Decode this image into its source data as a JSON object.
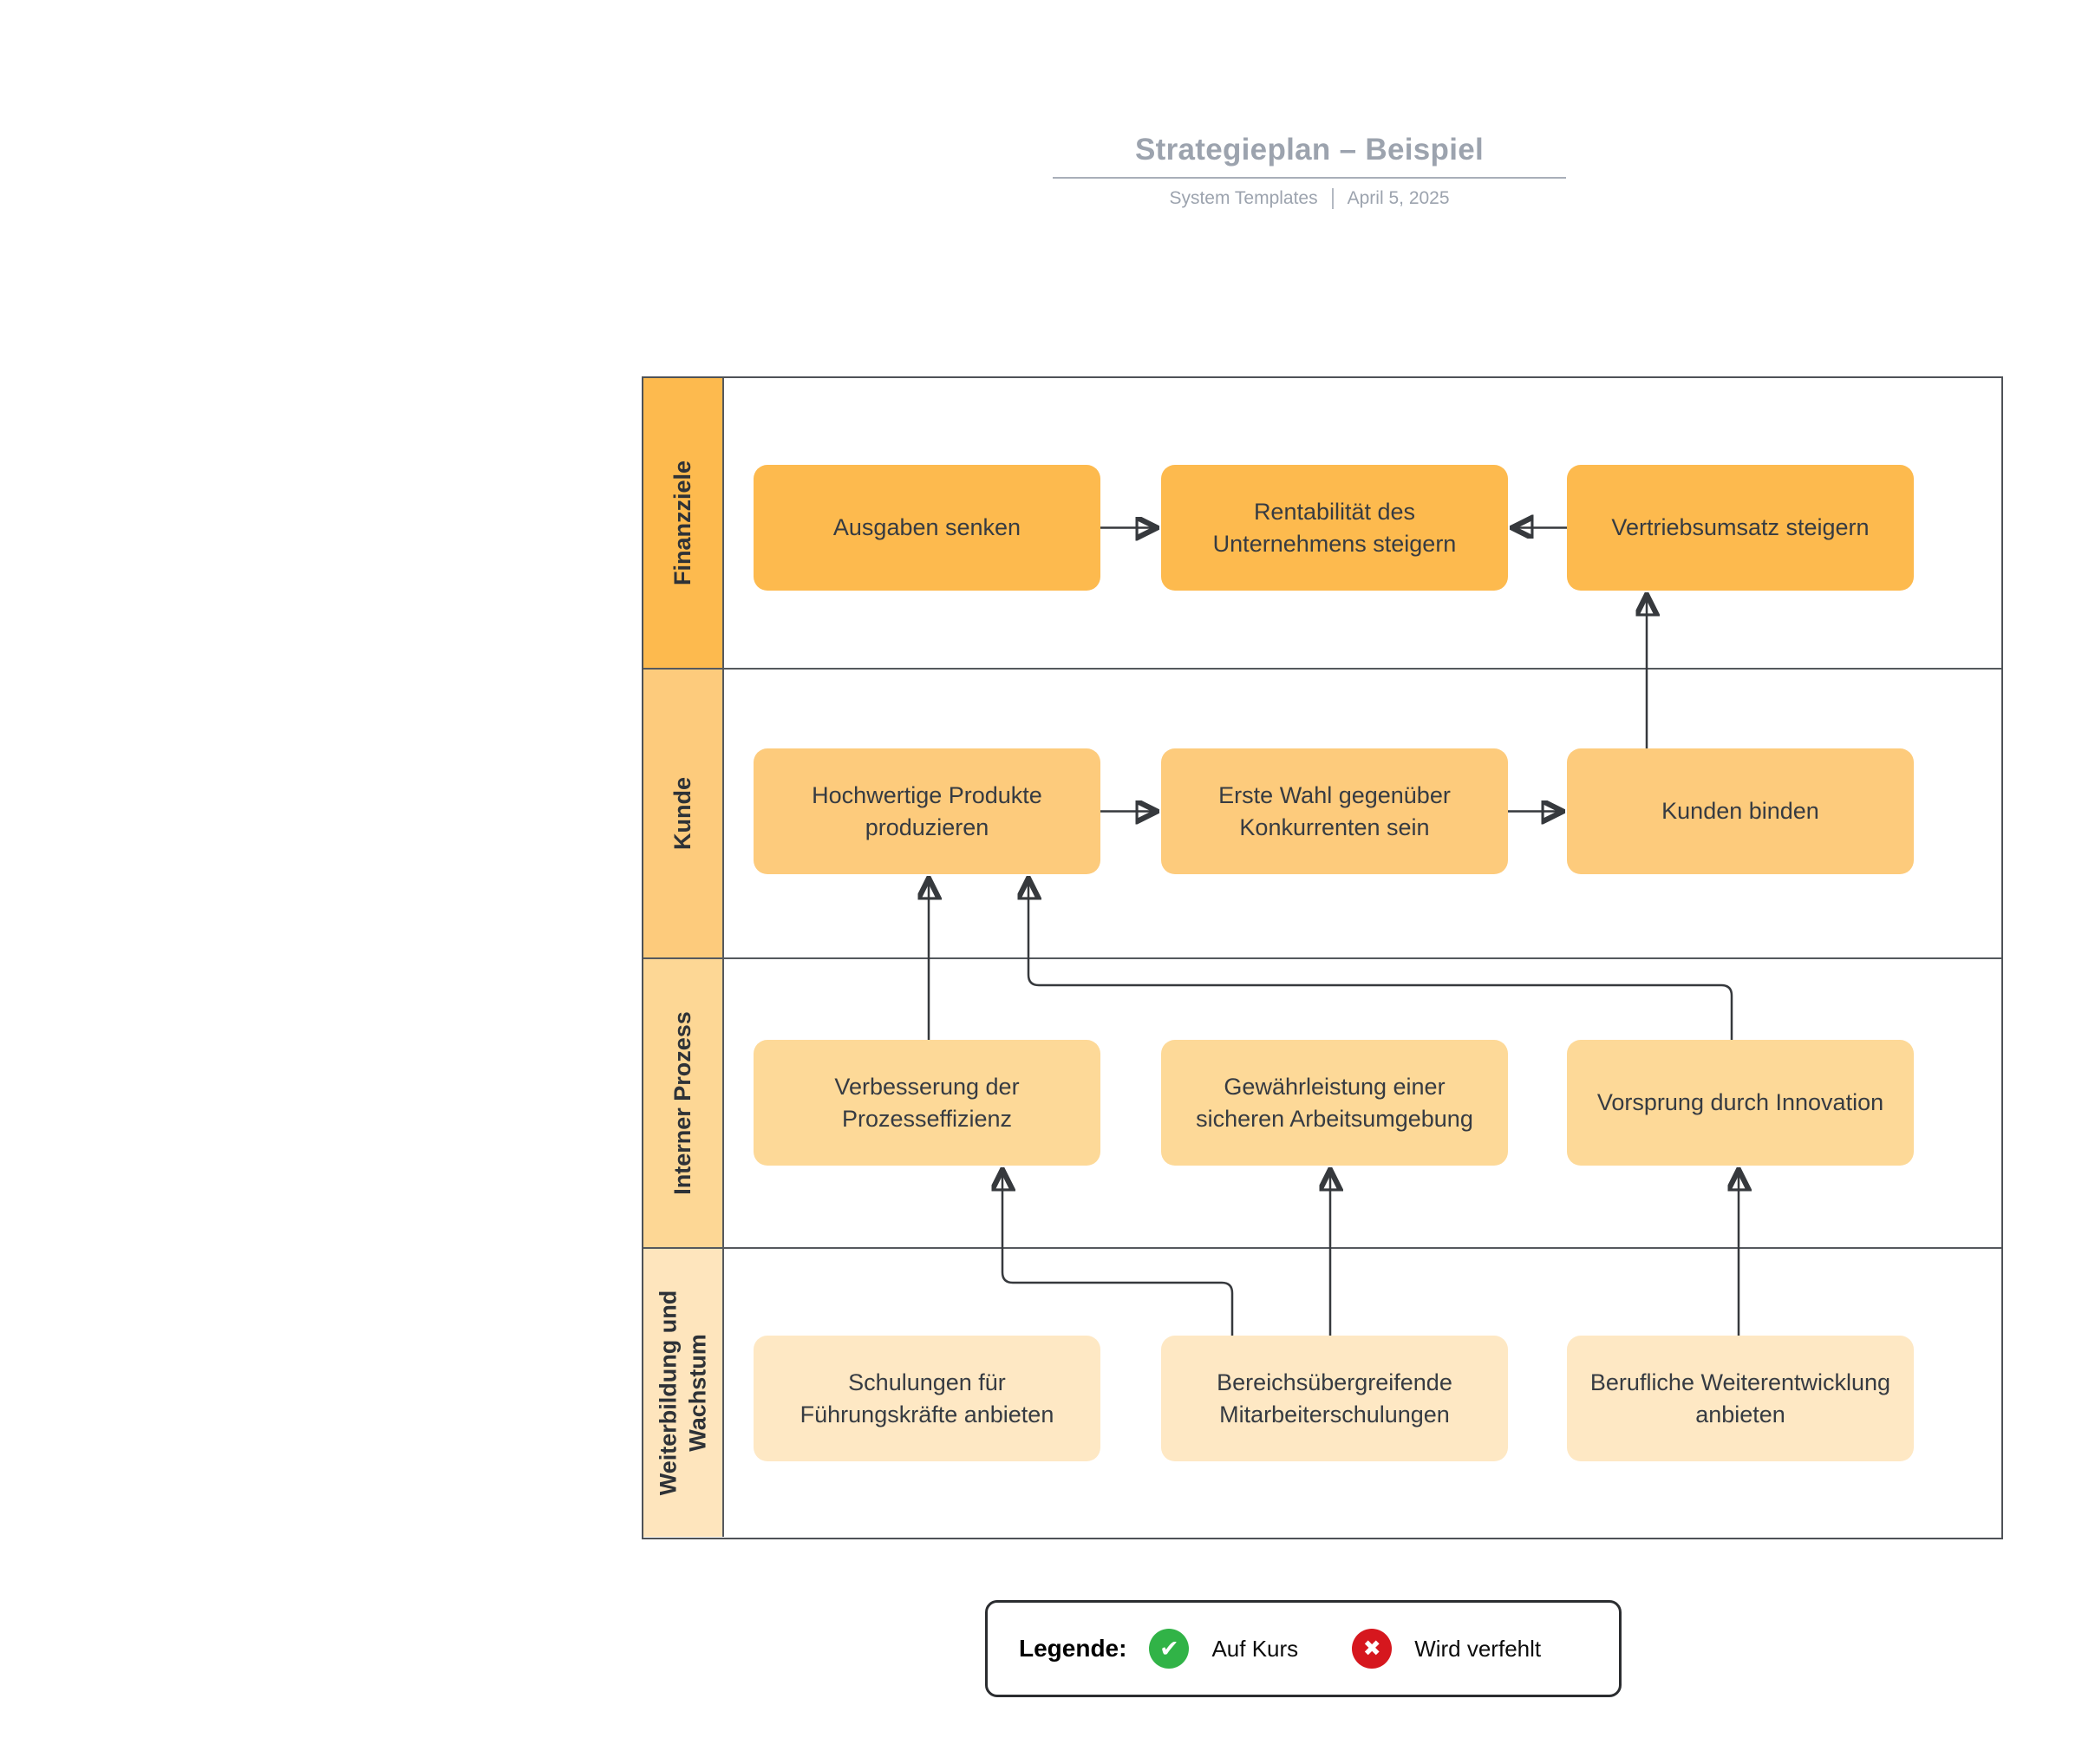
{
  "title": {
    "text": "Strategieplan – Beispiel",
    "subtitle_left": "System Templates",
    "subtitle_right": "April 5, 2025"
  },
  "lanes": [
    {
      "label": "Finanzziele",
      "color": "#FDBA4E"
    },
    {
      "label": "Kunde",
      "color": "#FDCB7C"
    },
    {
      "label": "Interner Prozess",
      "color": "#FDD795"
    },
    {
      "label": "Weiterbildung und Wachstum",
      "color": "#FEE5BD"
    }
  ],
  "nodes": [
    {
      "label": "Ausgaben senken",
      "color": "#FDBA4E"
    },
    {
      "label": "Rentabilität des Unternehmens steigern",
      "color": "#FDBA4E"
    },
    {
      "label": "Vertriebsumsatz steigern",
      "color": "#FDBA4E"
    },
    {
      "label": "Hochwertige Produkte produzieren",
      "color": "#FDCB7C"
    },
    {
      "label": "Erste Wahl gegenüber Konkurrenten sein",
      "color": "#FDCB7C"
    },
    {
      "label": "Kunden binden",
      "color": "#FDCB7C"
    },
    {
      "label": "Verbesserung der Prozesseffizienz",
      "color": "#FDD998"
    },
    {
      "label": "Gewährleistung einer sicheren Arbeitsumgebung",
      "color": "#FDD998"
    },
    {
      "label": "Vorsprung durch Innovation",
      "color": "#FDD998"
    },
    {
      "label": "Schulungen für Führungskräfte anbieten",
      "color": "#FEE8C4"
    },
    {
      "label": "Bereichsübergreifende Mitarbeiterschulungen",
      "color": "#FEE8C4"
    },
    {
      "label": "Berufliche Weiterentwicklung anbieten",
      "color": "#FEE8C4"
    }
  ],
  "legend": {
    "label": "Legende:",
    "items": [
      {
        "status": "on-track",
        "icon": "check-circle-icon",
        "color": "#31B347",
        "glyph": "✔",
        "label": "Auf Kurs"
      },
      {
        "status": "missed",
        "icon": "cross-circle-icon",
        "color": "#D6171E",
        "glyph": "✖",
        "label": "Wird verfehlt"
      }
    ]
  },
  "edge_color": "#36393D"
}
